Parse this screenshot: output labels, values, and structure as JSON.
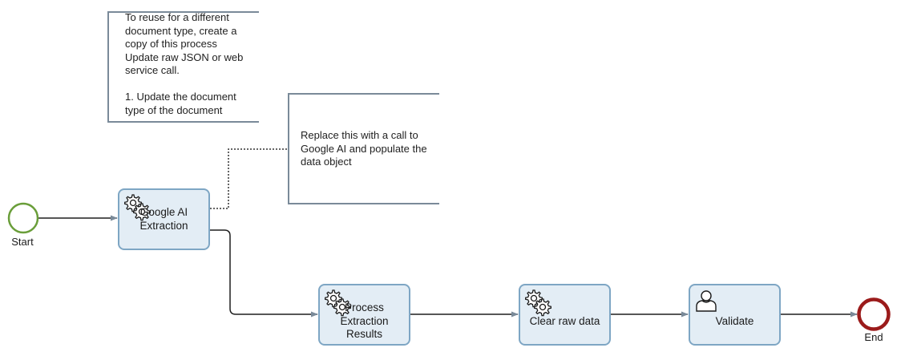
{
  "annotations": {
    "reuse_note": {
      "lines": "To reuse for a different\ndocument type, create a\ncopy of this process\nUpdate raw JSON or web\nservice call.\n\n1. Update the document\ntype of the document"
    },
    "google_ai_note": {
      "lines": "Replace this with a call to\nGoogle AI and populate the\ndata object"
    }
  },
  "events": {
    "start": {
      "label": "Start",
      "color": "#6a9e3a"
    },
    "end": {
      "label": "End",
      "color": "#9b1b1b"
    }
  },
  "tasks": {
    "google_ai_extraction": {
      "label": "Google AI\nExtraction",
      "icon": "service-task-gears-icon"
    },
    "process_extraction_results": {
      "label": "Process\nExtraction\nResults",
      "icon": "service-task-gears-icon"
    },
    "clear_raw_data": {
      "label": "Clear raw data",
      "icon": "service-task-gears-icon"
    },
    "validate": {
      "label": "Validate",
      "icon": "user-task-person-icon"
    }
  },
  "colors": {
    "task_fill": "#e3edf5",
    "task_stroke": "#7ea6c4",
    "flow_line": "#1f1f1f",
    "annotation_stroke": "#7a8a99"
  }
}
